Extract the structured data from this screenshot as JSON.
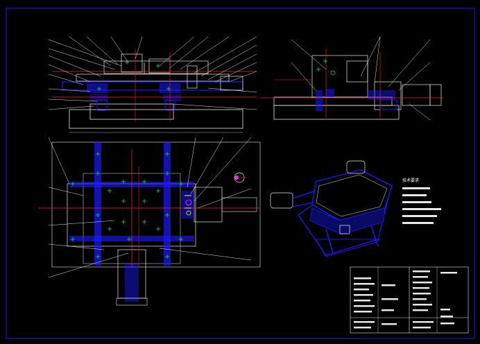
{
  "drawing": {
    "background": "#000000",
    "frame_color": "#1a1aff",
    "colors": {
      "outline": "#e8e8e8",
      "steel": "#1a1aff",
      "center_line": "#ff2020",
      "hidden": "#20e020",
      "highlight": "#ffff20",
      "accent": "#ff30ff"
    },
    "views": [
      "front-section",
      "side-section",
      "top-view",
      "isometric-view"
    ]
  },
  "technical_requirements": {
    "title": "技术要求",
    "lines": 6
  },
  "title_block": {
    "rows": 12
  }
}
